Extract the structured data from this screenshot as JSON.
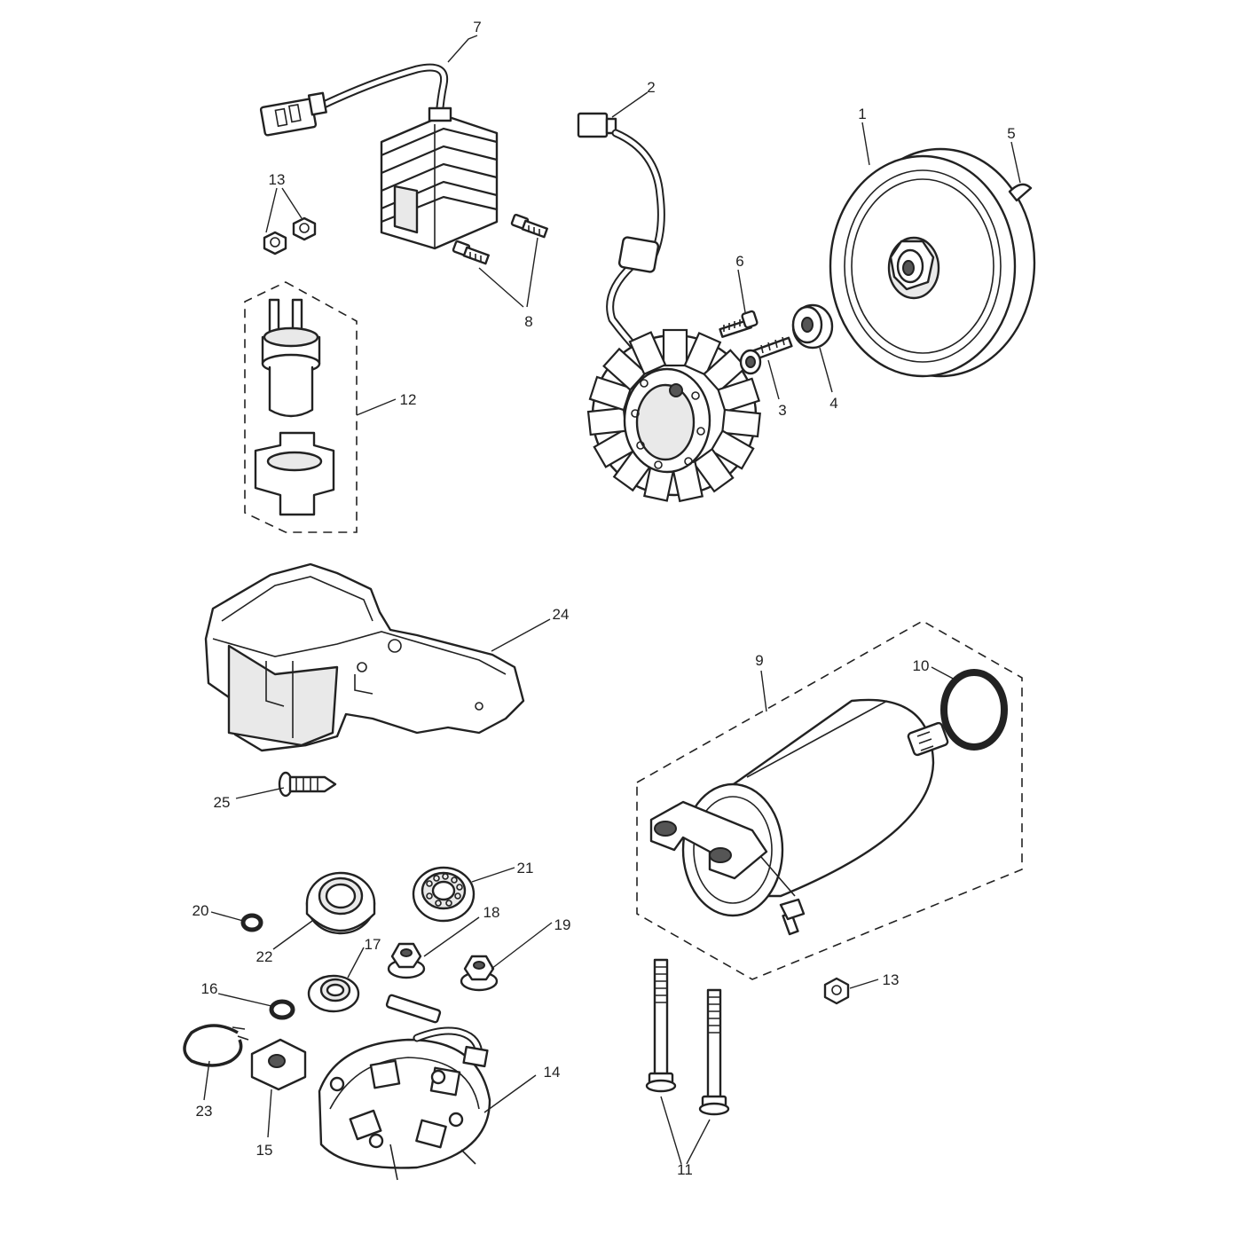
{
  "callouts": {
    "c1": "1",
    "c2": "2",
    "c3": "3",
    "c4": "4",
    "c5": "5",
    "c6": "6",
    "c7": "7",
    "c8": "8",
    "c9": "9",
    "c10": "10",
    "c11": "11",
    "c12": "12",
    "c13a": "13",
    "c13b": "13",
    "c14": "14",
    "c15": "15",
    "c16": "16",
    "c17": "17",
    "c18": "18",
    "c19": "19",
    "c20": "20",
    "c21": "21",
    "c22": "22",
    "c23": "23",
    "c24": "24",
    "c25": "25"
  }
}
